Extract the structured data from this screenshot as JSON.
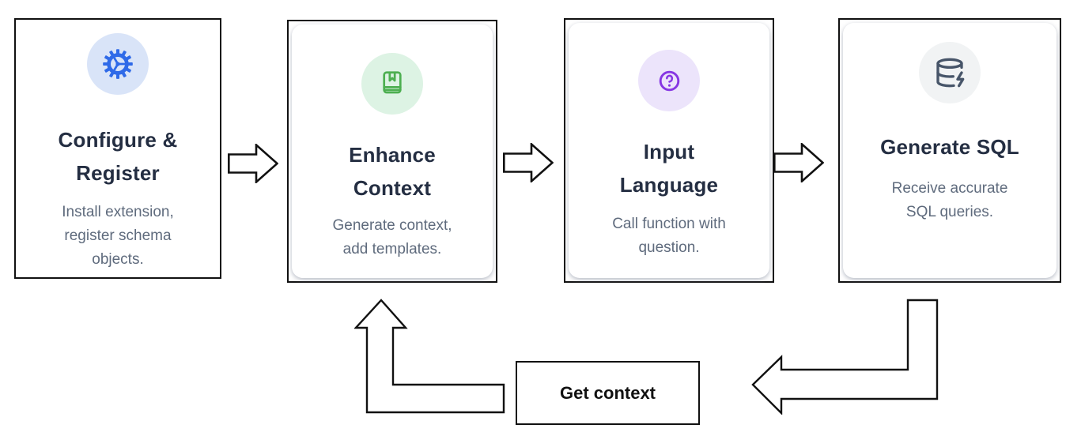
{
  "diagram": {
    "background": "#ffffff",
    "outline_color": "#111111",
    "title_color": "#242e42",
    "description_color": "#5f6b7d",
    "steps": [
      {
        "title": "Configure & Register",
        "title_lines": [
          "Configure &",
          "Register"
        ],
        "description": "Install extension, register schema objects.",
        "desc_lines": [
          "Install extension,",
          "register schema",
          "objects."
        ],
        "icon": "gear-icon",
        "icon_color": "#2f6ae8",
        "icon_bg": "#d9e4f8"
      },
      {
        "title": "Enhance Context",
        "title_lines": [
          "Enhance",
          "Context"
        ],
        "description": "Generate context, add templates.",
        "desc_lines": [
          "Generate context,",
          "add templates."
        ],
        "icon": "book-bookmark-icon",
        "icon_color": "#4caf50",
        "icon_bg": "#ddf3e4"
      },
      {
        "title": "Input Language",
        "title_lines": [
          "Input",
          "Language"
        ],
        "description": "Call function with question.",
        "desc_lines": [
          "Call function with",
          "question."
        ],
        "icon": "question-circle-icon",
        "icon_color": "#8636e3",
        "icon_bg": "#ece4fb"
      },
      {
        "title": "Generate SQL",
        "title_lines": [
          "Generate SQL"
        ],
        "description": "Receive accurate SQL queries.",
        "desc_lines": [
          "Receive accurate",
          "SQL queries."
        ],
        "icon": "database-zap-icon",
        "icon_color": "#475569",
        "icon_bg": "#f1f3f4"
      }
    ],
    "loop": {
      "label": "Get context"
    }
  }
}
